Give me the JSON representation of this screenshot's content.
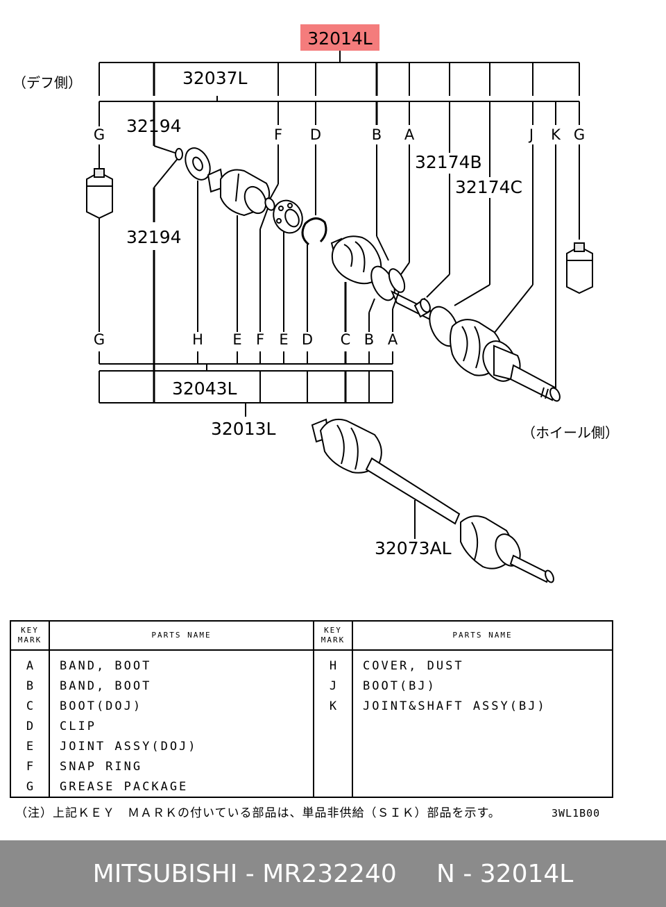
{
  "diagram": {
    "main_ref": "32014L",
    "main_ref_color": "#f47c7c",
    "side_labels": {
      "diff": "（デフ側）",
      "wheel": "（ホイール側）"
    },
    "refs": {
      "r32037L": "32037L",
      "r32194_top": "32194",
      "r32194_bottom": "32194",
      "r32174B": "32174B",
      "r32174C": "32174C",
      "r32043L": "32043L",
      "r32013L": "32013L",
      "r32073AL": "32073AL"
    },
    "top_marks": [
      "G",
      "F",
      "D",
      "B",
      "A",
      "J",
      "K",
      "G"
    ],
    "bottom_marks": [
      "G",
      "H",
      "E",
      "F",
      "E",
      "D",
      "C",
      "B",
      "A"
    ]
  },
  "table": {
    "header_key": "KEY MARK",
    "header_name": "PARTS  NAME",
    "left": {
      "keys": [
        "A",
        "B",
        "C",
        "D",
        "E",
        "F",
        "G"
      ],
      "names": [
        "BAND, BOOT",
        "BAND, BOOT",
        "BOOT(DOJ)",
        "CLIP",
        "JOINT ASSY(DOJ)",
        "SNAP RING",
        "GREASE PACKAGE"
      ]
    },
    "right": {
      "keys": [
        "H",
        "J",
        "K"
      ],
      "names": [
        "COVER, DUST",
        "BOOT(BJ)",
        "JOINT&SHAFT ASSY(BJ)"
      ]
    }
  },
  "note": "（注）上記ＫＥＹ　ＭＡＲＫの付いている部品は、単品非供給（ＳＩＫ）部品を示す。",
  "drawing_code": "3WL1B00",
  "footer": {
    "text": "MITSUBISHI - MR232240     N - 32014L",
    "bg_color": "#8b8b8b"
  }
}
